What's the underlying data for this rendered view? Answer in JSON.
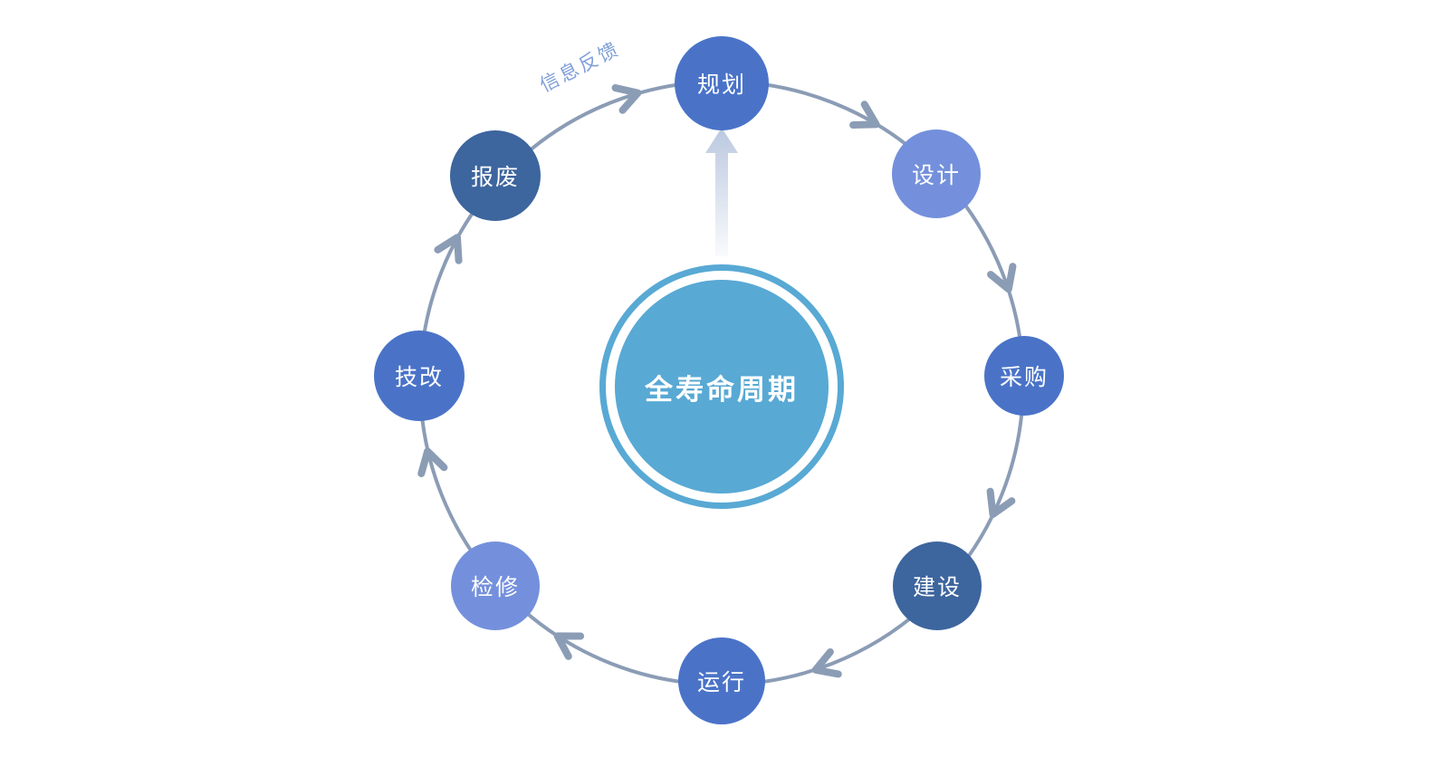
{
  "diagram": {
    "center": {
      "label": "全寿命周期"
    },
    "feedback_label": "信息反馈",
    "nodes": [
      {
        "name": "planning",
        "label": "规划",
        "color": "#4a73c8"
      },
      {
        "name": "design",
        "label": "设计",
        "color": "#7490dc"
      },
      {
        "name": "procurement",
        "label": "采购",
        "color": "#4a73c8"
      },
      {
        "name": "construction",
        "label": "建设",
        "color": "#3d659e"
      },
      {
        "name": "operation",
        "label": "运行",
        "color": "#4a73c8"
      },
      {
        "name": "maintenance",
        "label": "检修",
        "color": "#7490dc"
      },
      {
        "name": "tech-upgrade",
        "label": "技改",
        "color": "#4a73c8"
      },
      {
        "name": "decommission",
        "label": "报废",
        "color": "#3d659e"
      }
    ]
  },
  "colors": {
    "center": "#58a9d4",
    "ring": "#8b9cb5",
    "feedback": "#7f9fd8",
    "arrow": "#b7c5de"
  }
}
